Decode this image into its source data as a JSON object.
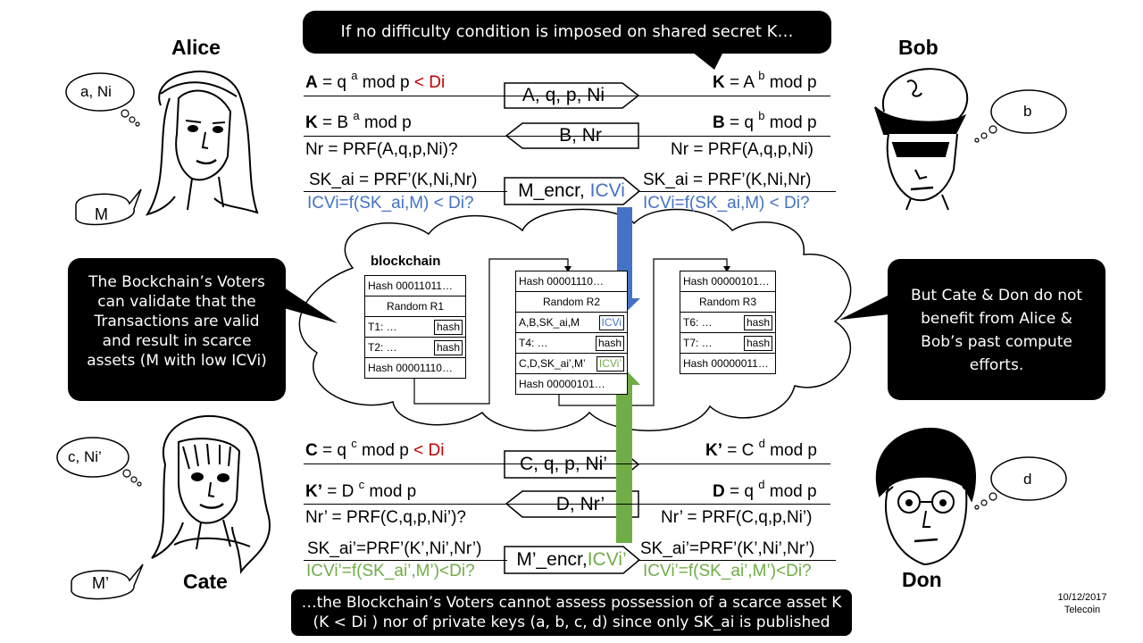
{
  "callouts": {
    "top": "If no difficulty condition is imposed on shared secret K…",
    "left": "The Bockchain’s Voters can validate that the Transactions are valid and result in scarce assets (M with low ICVi)",
    "right": "But Cate & Don do not benefit from Alice & Bob’s past compute efforts.",
    "bottom_line1": "…the Blockchain’s Voters cannot assess possession of a scarce asset K",
    "bottom_line2": "(K < Di ) nor of private keys (a, b, c, d) since only SK_ai is published"
  },
  "people": {
    "alice": {
      "name": "Alice",
      "thought": "a, Ni",
      "speech": "M"
    },
    "bob": {
      "name": "Bob",
      "thought": "b"
    },
    "cate": {
      "name": "Cate",
      "thought": "c, Ni’",
      "speech": "M’"
    },
    "don": {
      "name": "Don",
      "thought": "d"
    }
  },
  "top_exchange": {
    "a1_bold": "A",
    "a1_mid": " = q ",
    "a1_sup": "a",
    "a1_tail": " mod  p ",
    "a1_red": "< Di",
    "k1_bold": "K",
    "k1_mid": " = A ",
    "k1_sup": "b",
    "k1_tail": " mod  p",
    "k2_bold": "K",
    "k2_mid": " = B ",
    "k2_sup": "a",
    "k2_tail": " mod  p",
    "b1_bold": "B",
    "b1_mid": " = q ",
    "b1_sup": "b",
    "b1_tail": " mod  p",
    "nr_left": "Nr = PRF(A,q,p,Ni)?",
    "nr_right": "Nr = PRF(A,q,p,Ni)",
    "sk_left": "SK_ai = PRF’(K,Ni,Nr)",
    "sk_right": "SK_ai = PRF’(K,Ni,Nr)",
    "icv_left": "ICVi=f(SK_ai,M)  < Di?",
    "icv_right": "ICVi=f(SK_ai,M)  < Di?",
    "msg1": "A, q, p, Ni",
    "msg2": "B, Nr",
    "msg3_a": "M_encr, ",
    "msg3_b": "ICVi"
  },
  "bottom_exchange": {
    "c1_bold": "C",
    "c1_mid": " = q ",
    "c1_sup": "c",
    "c1_tail": " mod  p ",
    "c1_red": "< Di",
    "k1_bold": "K’",
    "k1_mid": " = C ",
    "k1_sup": "d",
    "k1_tail": " mod  p",
    "k2_bold": "K’",
    "k2_mid": " = D ",
    "k2_sup": "c",
    "k2_tail": " mod  p",
    "d1_bold": "D",
    "d1_mid": " = q ",
    "d1_sup": "d",
    "d1_tail": " mod  p",
    "nr_left": "Nr’ = PRF(C,q,p,Ni’)?",
    "nr_right": "Nr’ = PRF(C,q,p,Ni’)",
    "sk_left": "SK_ai’=PRF’(K’,Ni’,Nr’)",
    "sk_right": "SK_ai’=PRF’(K’,Ni’,Nr’)",
    "icv_left": "ICVi’=f(SK_ai’,M’)<Di?",
    "icv_right": "ICVi’=f(SK_ai’,M’)<Di?",
    "msg1": "C, q, p, Ni’",
    "msg2": "D, Nr’",
    "msg3_a": "M’_encr,",
    "msg3_b": "ICVi’"
  },
  "blockchain": {
    "title": "blockchain",
    "block1": {
      "hash": "Hash 00011011…",
      "random": "Random  R1",
      "t1": "T1: …",
      "t1_tag": "hash",
      "t2": "T2: …",
      "t2_tag": "hash",
      "hash_out": "Hash 00001110…"
    },
    "block2": {
      "hash": "Hash 00001110…",
      "random": "Random  R2",
      "tx1": "A,B,SK_ai,M",
      "tx1_tag": "ICVi",
      "t4": "T4: …",
      "t4_tag": "hash",
      "tx2": "C,D,SK_ai’,M’",
      "tx2_tag": "ICVi’",
      "hash_out": "Hash 00000101…"
    },
    "block3": {
      "hash": "Hash 00000101…",
      "random": "Random  R3",
      "t6": "T6: …",
      "t6_tag": "hash",
      "t7": "T7: …",
      "t7_tag": "hash",
      "hash_out": "Hash 00000011…"
    }
  },
  "footer": {
    "date": "10/12/2017",
    "org": "Telecoin"
  },
  "colors": {
    "red": "#c00000",
    "blue": "#4472c4",
    "green": "#70ad47",
    "callout": "#000000"
  }
}
